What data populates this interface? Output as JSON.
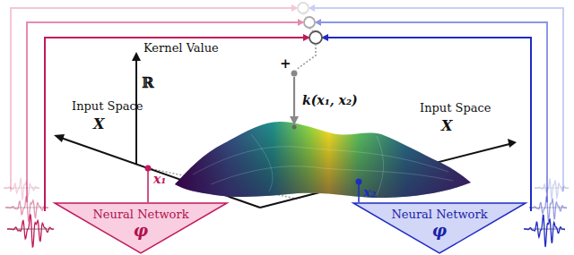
{
  "diagram": {
    "nodes": [
      {
        "text": [
          "Neural Network",
          "φ"
        ]
      },
      {
        "text": [
          "Neural Network",
          "φ"
        ]
      }
    ],
    "labels": [
      "Kernel Value",
      "ℝ",
      "Input Space",
      "X",
      "Input Space",
      "X",
      "x₁",
      "x₂",
      "k(x₁, x₂)",
      "+"
    ]
  }
}
